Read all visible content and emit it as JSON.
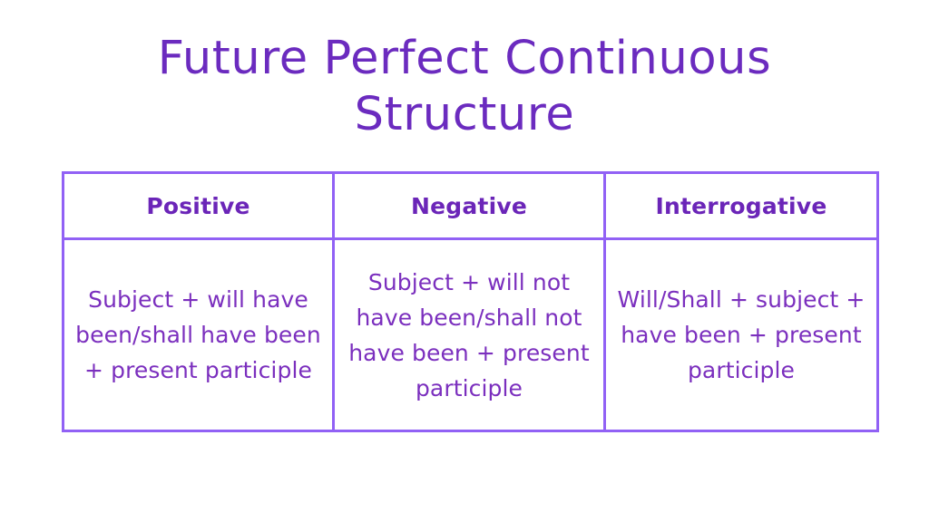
{
  "page": {
    "background_color": "#ffffff",
    "title_color": "#6B2BBF",
    "header_text_color": "#6B25B8",
    "body_text_color": "#7B2FBE",
    "table_border_color": "#9161F5"
  },
  "title": {
    "line1": "Future Perfect Continuous",
    "line2": "Structure",
    "full": "Future Perfect Continuous Structure"
  },
  "table": {
    "headers": [
      "Positive",
      "Negative",
      "Interrogative"
    ],
    "rows": [
      {
        "cells": [
          "Subject + will have been/shall have been + present participle",
          "Subject + will not have been/shall not have been + present participle",
          "Will/Shall + subject + have been + present participle"
        ]
      }
    ]
  }
}
